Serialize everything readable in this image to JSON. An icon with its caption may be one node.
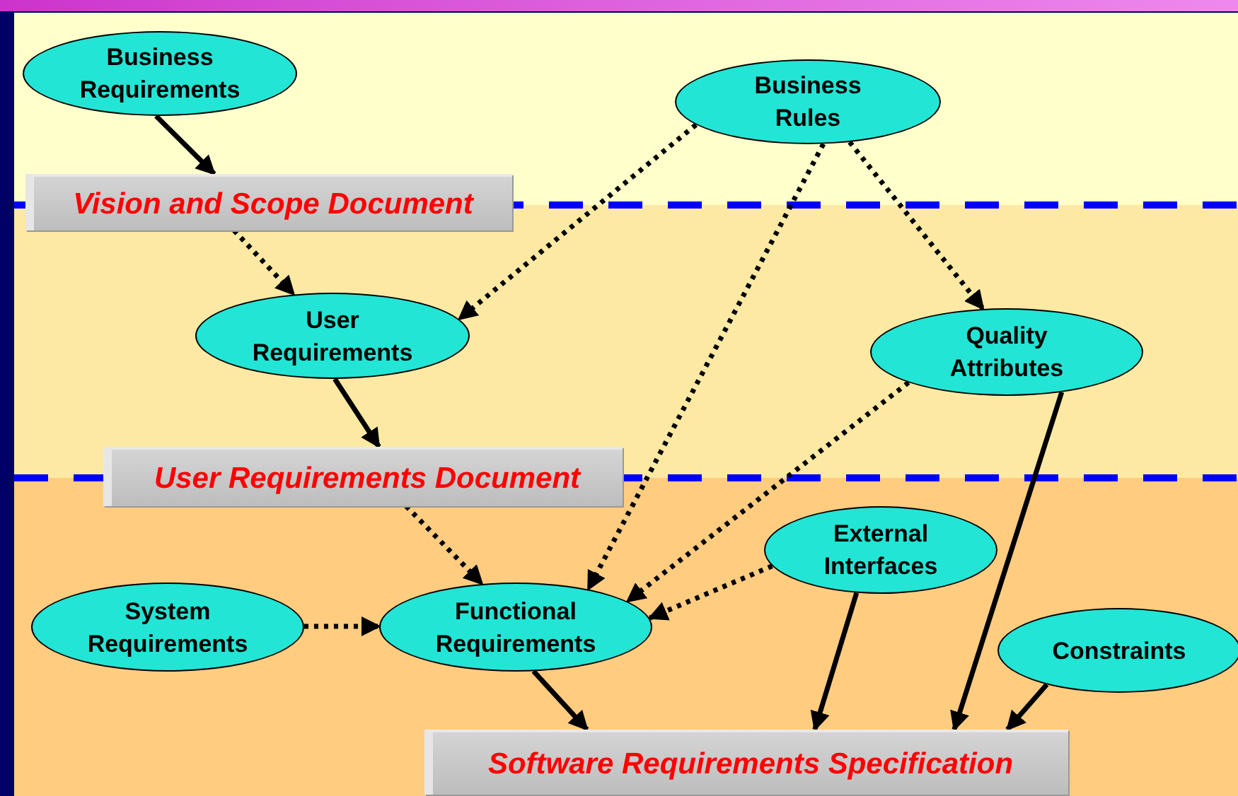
{
  "diagram": {
    "nodes": [
      {
        "text": [
          "Business Requirements"
        ]
      },
      {
        "text": [
          "Business Rules"
        ]
      },
      {
        "text": [
          "Vision and Scope Document"
        ]
      },
      {
        "text": [
          "User Requirements"
        ]
      },
      {
        "text": [
          "Quality Attributes"
        ]
      },
      {
        "text": [
          "User Requirements Document"
        ]
      },
      {
        "text": [
          "External Interfaces"
        ]
      },
      {
        "text": [
          "System Requirements"
        ]
      },
      {
        "text": [
          "Functional Requirements"
        ]
      },
      {
        "text": [
          "Constraints"
        ]
      },
      {
        "text": [
          "Software Requirements Specification"
        ]
      }
    ],
    "edges": [
      {
        "from": 0,
        "to": 2,
        "arrow": "to"
      },
      {
        "from": 2,
        "to": 3,
        "arrow": "to",
        "style": "dashed"
      },
      {
        "from": 1,
        "to": 3,
        "arrow": "to",
        "style": "dashed"
      },
      {
        "from": 1,
        "to": 8,
        "arrow": "to",
        "style": "dashed"
      },
      {
        "from": 1,
        "to": 4,
        "arrow": "to",
        "style": "dashed"
      },
      {
        "from": 3,
        "to": 5,
        "arrow": "to"
      },
      {
        "from": 5,
        "to": 8,
        "arrow": "to",
        "style": "dashed"
      },
      {
        "from": 4,
        "to": 8,
        "arrow": "to",
        "style": "dashed"
      },
      {
        "from": 6,
        "to": 8,
        "arrow": "to",
        "style": "dashed"
      },
      {
        "from": 7,
        "to": 8,
        "arrow": "to",
        "style": "dashed"
      },
      {
        "from": 8,
        "to": 10,
        "arrow": "to"
      },
      {
        "from": 6,
        "to": 10,
        "arrow": "to"
      },
      {
        "from": 4,
        "to": 10,
        "arrow": "to"
      },
      {
        "from": 9,
        "to": 10,
        "arrow": "to"
      }
    ]
  }
}
